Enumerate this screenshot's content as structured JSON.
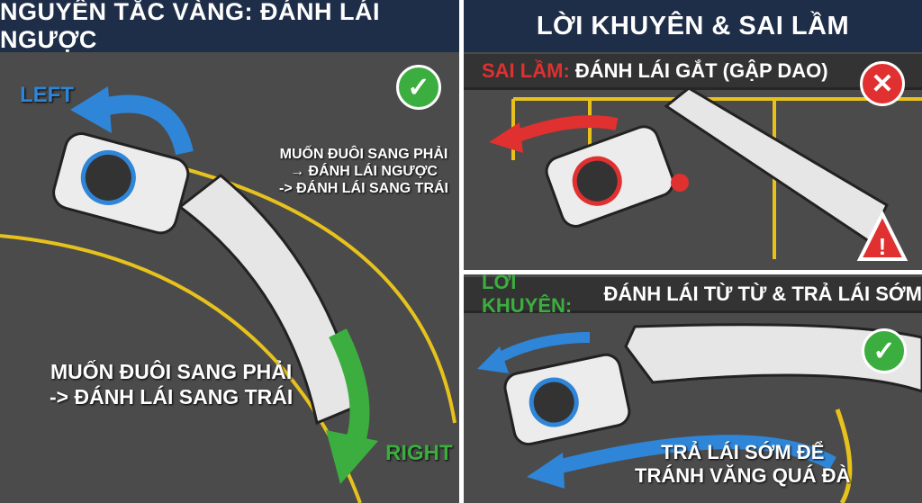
{
  "left_panel": {
    "title": "NGUYÊN TẮC VÀNG: ĐÁNH LÁI NGƯỢC",
    "arrow_left_label": "LEFT",
    "arrow_right_label": "RIGHT",
    "note_lines": [
      "MUỐN ĐUÔI SANG PHẢI",
      "→ ĐÁNH LÁI NGƯỢC",
      "-> ĐÁNH LÁI SANG TRÁI"
    ],
    "main_lines": [
      "MUỐN ĐUÔI SANG PHẢI",
      "-> ĐÁNH LÁI SANG TRÁI"
    ],
    "badge": "check-icon"
  },
  "right_panel": {
    "title": "LỜI KHUYÊN & SAI LẦM",
    "mistake": {
      "prefix": "SAI LẦM:",
      "text": " ĐÁNH LÁI GẮT (GẬP DAO)",
      "badge": "x-icon",
      "warning": "warning-icon"
    },
    "advice": {
      "prefix": "LỜI KHUYÊN:",
      "text": " ĐÁNH LÁI TỪ TỪ & TRẢ LÁI SỚM",
      "badge": "check-icon",
      "note_lines": [
        "TRẢ LÁI SỚM ĐỂ",
        "TRÁNH VĂNG QUÁ ĐÀ"
      ]
    }
  },
  "colors": {
    "header": "#1e2d48",
    "road": "#4b4b4b",
    "line": "#e8c21c",
    "blue": "#2f86d8",
    "green": "#3cae3f",
    "red": "#e03030"
  }
}
